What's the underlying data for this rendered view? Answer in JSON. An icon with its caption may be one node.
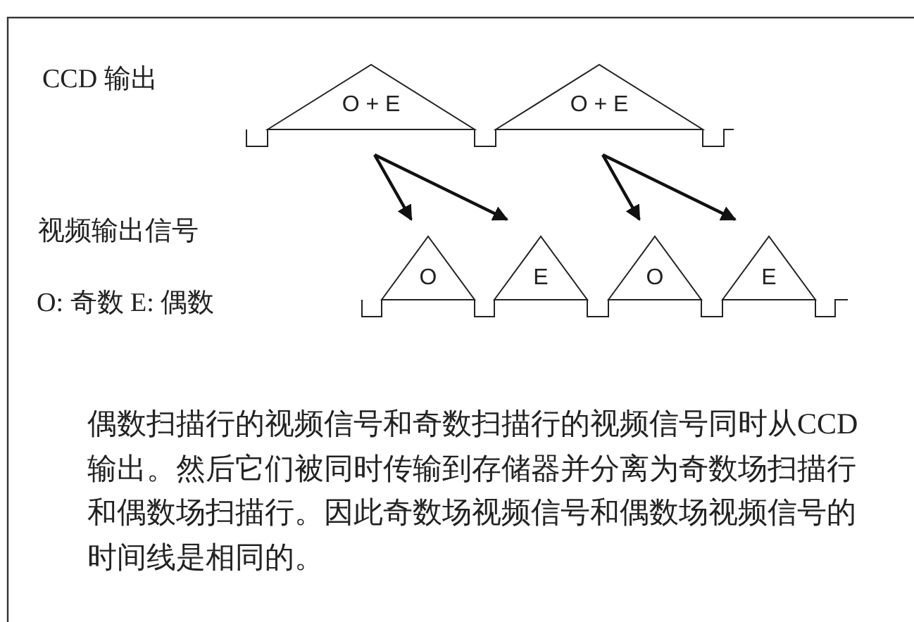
{
  "diagram": {
    "nodes": [
      {
        "text": [
          "O + E"
        ]
      },
      {
        "text": [
          "O + E"
        ]
      },
      {
        "text": [
          "O"
        ]
      },
      {
        "text": [
          "E"
        ]
      },
      {
        "text": [
          "O"
        ]
      },
      {
        "text": [
          "E"
        ]
      }
    ],
    "edges": [
      {
        "from": 0,
        "to": 2,
        "arrow": "to"
      },
      {
        "from": 0,
        "to": 3,
        "arrow": "to"
      },
      {
        "from": 1,
        "to": 4,
        "arrow": "to"
      },
      {
        "from": 1,
        "to": 5,
        "arrow": "to"
      }
    ],
    "labels": [
      "CCD 输出",
      "视频输出信号",
      "O: 奇数 E: 偶数",
      "偶数扫描行的视频信号和奇数扫描行的视频信号同时从CCD输出。然后它们被同时传输到存储器并分离为奇数场扫描行和偶数场扫描行。因此奇数场视频信号和偶数场视频信号的时间线是相同的。"
    ]
  }
}
